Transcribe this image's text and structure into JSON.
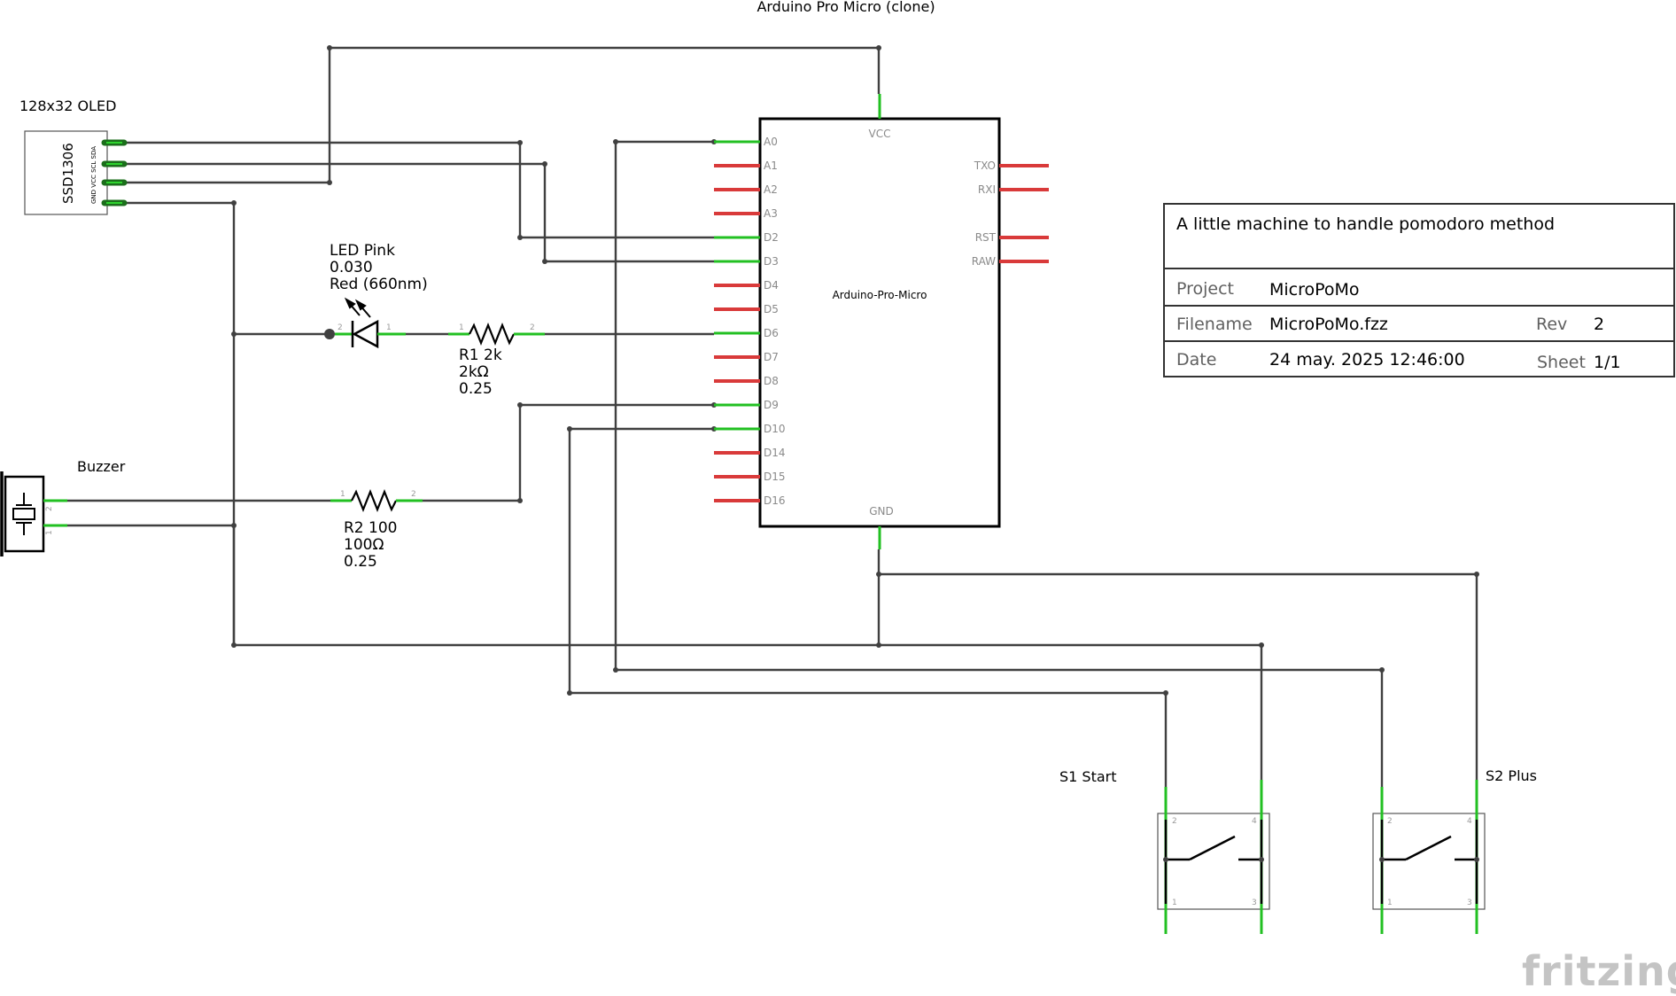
{
  "diagram": {
    "mcu_title": "Arduino Pro Micro (clone)",
    "mcu_name": "Arduino-Pro-Micro",
    "mcu_vcc": "VCC",
    "mcu_gnd": "GND",
    "left_pins": [
      "A0",
      "A1",
      "A2",
      "A3",
      "D2",
      "D3",
      "D4",
      "D5",
      "D6",
      "D7",
      "D8",
      "D9",
      "D10",
      "D14",
      "D15",
      "D16"
    ],
    "right_pins": [
      "TXO",
      "RXI",
      "RST",
      "RAW"
    ],
    "oled_title": "128x32 OLED",
    "oled_chip": "SSD1306",
    "oled_pins": "GND VCC SCL SDA",
    "led_name": "LED Pink",
    "led_value": "0.030",
    "led_color": "Red (660nm)",
    "r1_name": "R1 2k",
    "r1_value": "2kΩ",
    "r1_power": "0.25",
    "r2_name": "R2 100",
    "r2_value": "100Ω",
    "r2_power": "0.25",
    "buzzer_title": "Buzzer",
    "s1_title": "S1 Start",
    "s2_title": "S2 Plus",
    "pin_1": "1",
    "pin_2": "2",
    "pin_3": "3",
    "pin_4": "4"
  },
  "title_block": {
    "description": "A little machine to handle pomodoro method",
    "project_label": "Project",
    "project_value": "MicroPoMo",
    "filename_label": "Filename",
    "filename_value": "MicroPoMo.fzz",
    "rev_label": "Rev",
    "rev_value": "2",
    "date_label": "Date",
    "date_value": "24 may. 2025 12:46:00",
    "sheet_label": "Sheet",
    "sheet_value": "1/1"
  },
  "brand": "fritzing",
  "colors": {
    "wire": "#404040",
    "connected_pin": "#22c022",
    "unconnected_pin": "#d93a3a"
  }
}
